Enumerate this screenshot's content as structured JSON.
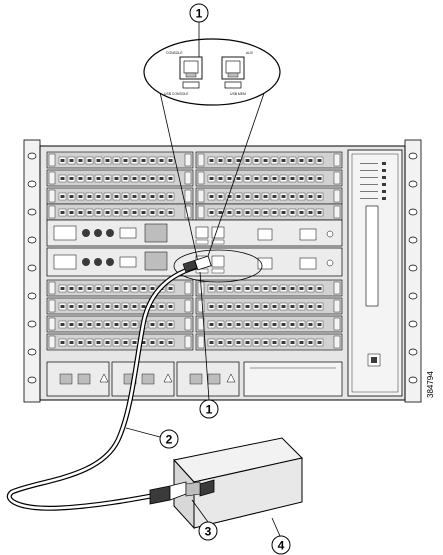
{
  "callouts": {
    "top": "1",
    "middle": "1",
    "cable": "2",
    "connector": "3",
    "box": "4"
  },
  "zoom_ports": {
    "console_label": "CONSOLE",
    "aux_label": "AUX",
    "usb_console_label": "USB CONSOLE",
    "usb_mem_label": "USB MEM"
  },
  "figure_id": "384794",
  "colors": {
    "line": "#000000",
    "chassis_fill": "#e6e6e6",
    "card_fill": "#d2d2d2",
    "panel_fill": "#f4f4f4",
    "dark": "#3a3a3a"
  }
}
